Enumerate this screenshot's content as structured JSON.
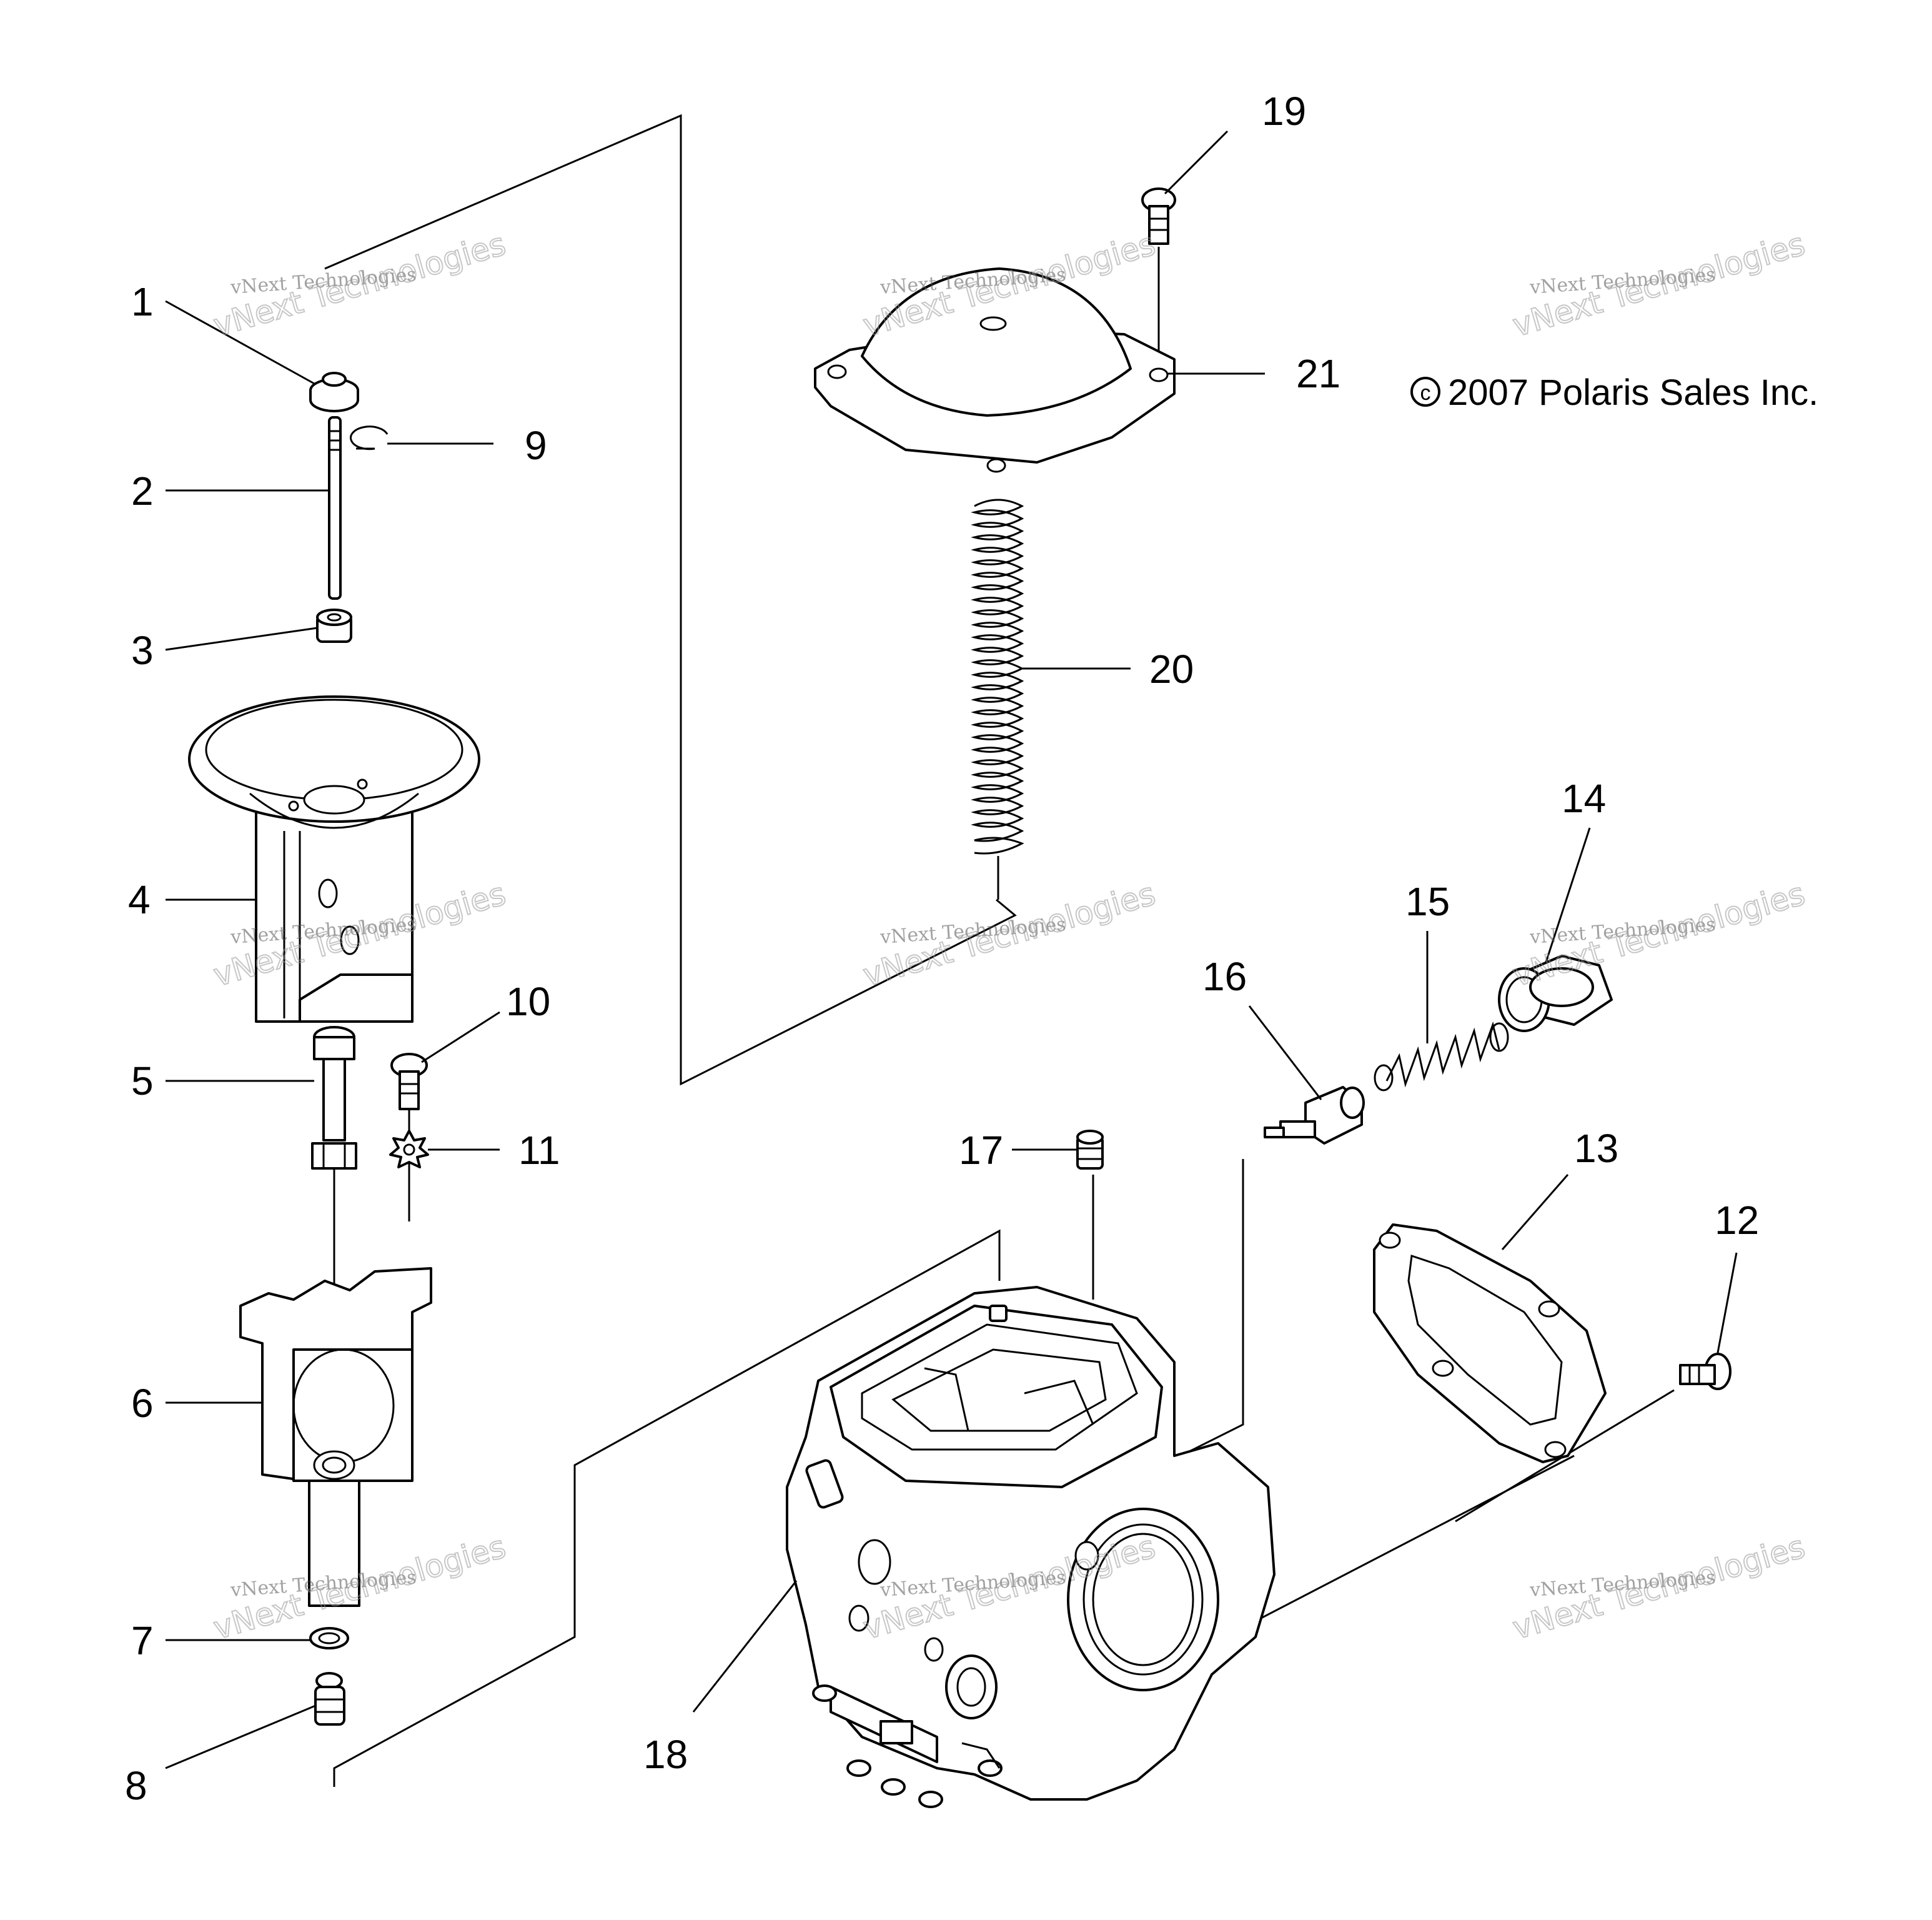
{
  "copyright": {
    "symbol": "c",
    "text": "2007 Polaris Sales Inc."
  },
  "watermarks": [
    {
      "line1": "vNext Technologies",
      "line2": "vNext Technologies"
    },
    {
      "line1": "vNext Technologies",
      "line2": "vNext Technologies"
    },
    {
      "line1": "vNext Technologies",
      "line2": "vNext Technologies"
    },
    {
      "line1": "vNext Technologies",
      "line2": "vNext Technologies"
    },
    {
      "line1": "vNext Technologies",
      "line2": "vNext Technologies"
    },
    {
      "line1": "vNext Technologies",
      "line2": "vNext Technologies"
    },
    {
      "line1": "vNext Technologies",
      "line2": "vNext Technologies"
    },
    {
      "line1": "vNext Technologies",
      "line2": "vNext Technologies"
    },
    {
      "line1": "vNext Technologies",
      "line2": "vNext Technologies"
    }
  ],
  "callouts": [
    "1",
    "2",
    "3",
    "4",
    "5",
    "6",
    "7",
    "8",
    "9",
    "10",
    "11",
    "12",
    "13",
    "14",
    "15",
    "16",
    "17",
    "18",
    "19",
    "20",
    "21"
  ]
}
